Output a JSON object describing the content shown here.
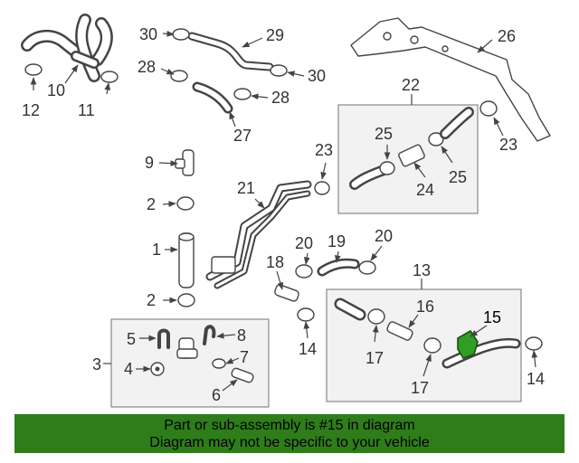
{
  "diagram": {
    "highlight_color": "#2f9e22",
    "callouts": [
      "1",
      "2",
      "2",
      "3",
      "4",
      "5",
      "6",
      "7",
      "8",
      "9",
      "10",
      "11",
      "12",
      "13",
      "14",
      "14",
      "15",
      "16",
      "17",
      "17",
      "18",
      "19",
      "20",
      "20",
      "21",
      "22",
      "23",
      "23",
      "24",
      "25",
      "25",
      "26",
      "27",
      "28",
      "28",
      "29",
      "30",
      "30"
    ]
  },
  "banner": {
    "line1": "Part or sub-assembly is #15 in diagram",
    "line2": "Diagram may not be specific to your vehicle",
    "background": "#2f7d1a"
  }
}
